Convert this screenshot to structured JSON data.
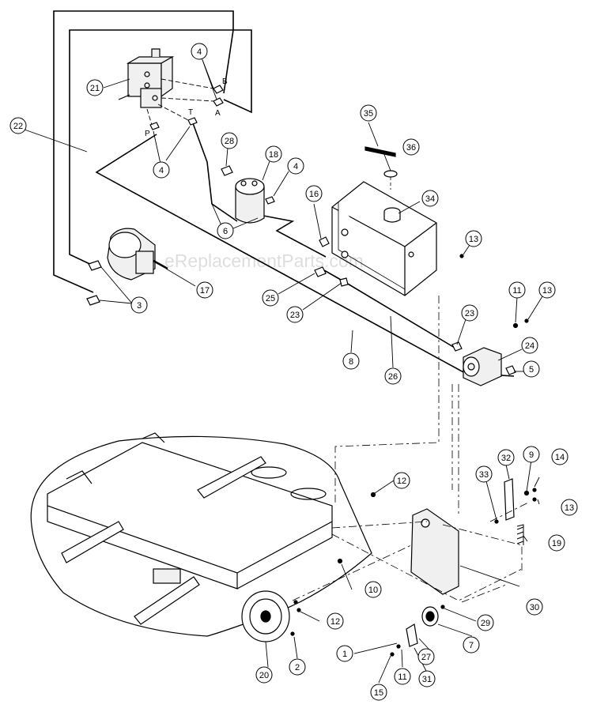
{
  "watermark": "eReplacementParts.com",
  "colors": {
    "ink": "#000000",
    "paper": "#ffffff",
    "part_fill": "#f0f0f0",
    "deck_fill": "#ffffff"
  },
  "port_labels": {
    "a": "A",
    "b": "B",
    "t": "T",
    "p": "P"
  },
  "callouts": {
    "c1": "1",
    "c2": "2",
    "c3": "3",
    "c4a": "4",
    "c4b": "4",
    "c4c": "4",
    "c5": "5",
    "c6": "6",
    "c7": "7",
    "c8": "8",
    "c9": "9",
    "c10": "10",
    "c11a": "11",
    "c11b": "11",
    "c12a": "12",
    "c12b": "12",
    "c13a": "13",
    "c13b": "13",
    "c13c": "13",
    "c14": "14",
    "c15": "15",
    "c16": "16",
    "c17": "17",
    "c18": "18",
    "c19": "19",
    "c20": "20",
    "c21": "21",
    "c22": "22",
    "c23a": "23",
    "c23b": "23",
    "c24": "24",
    "c25": "25",
    "c26": "26",
    "c27": "27",
    "c28": "28",
    "c29": "29",
    "c30": "30",
    "c31": "31",
    "c32": "32",
    "c33": "33",
    "c34": "34",
    "c35": "35",
    "c36": "36"
  }
}
